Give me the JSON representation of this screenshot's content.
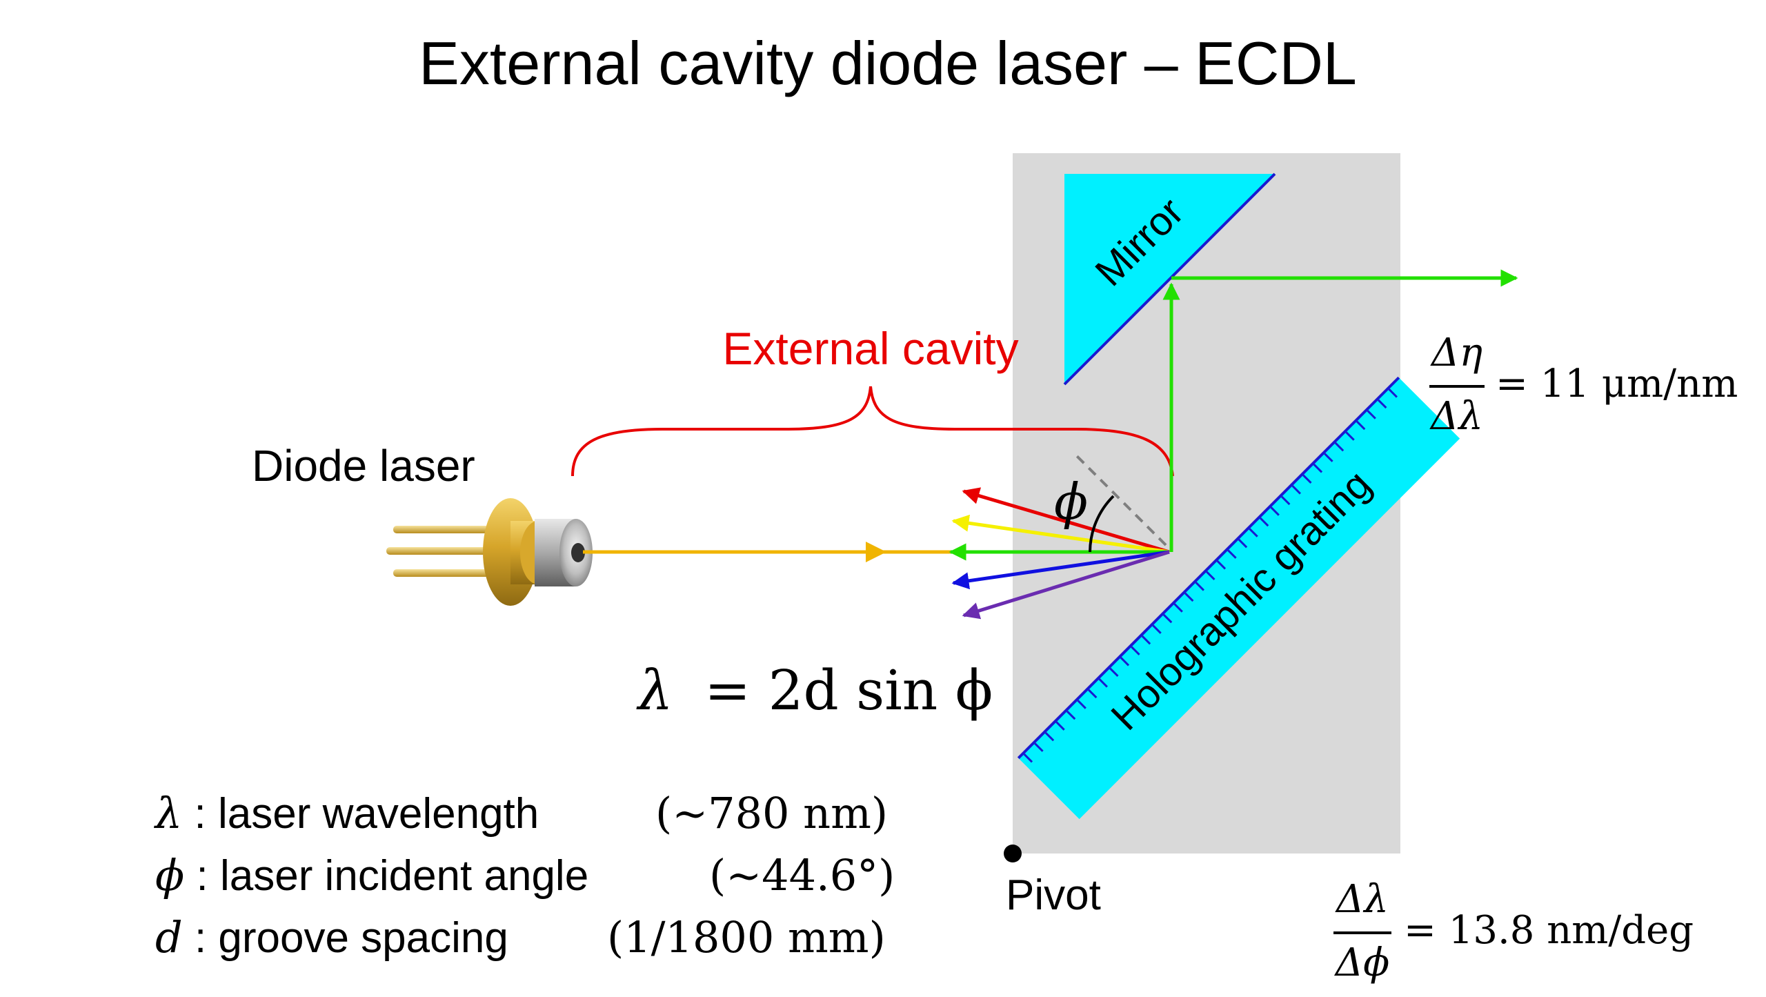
{
  "title": "External cavity diode laser – ECDL",
  "labels": {
    "diode_laser": "Diode laser",
    "external_cavity": "External cavity",
    "mirror": "Mirror",
    "grating": "Holographic grating",
    "pivot": "Pivot",
    "phi_symbol": "ϕ"
  },
  "equation": {
    "lhs": "λ",
    "rhs": "= 2d sin ϕ"
  },
  "legend": [
    {
      "symbol": "λ",
      "text": " : laser wavelength",
      "value": "(~780 nm)"
    },
    {
      "symbol": "ϕ",
      "text": " : laser incident angle",
      "value": "(~44.6°)"
    },
    {
      "symbol": "d",
      "text": " : groove spacing",
      "value": "(1/1800 mm)"
    }
  ],
  "ratio_top": {
    "numerator": "Δη",
    "denominator": "Δλ",
    "value": "= 11 μm/nm"
  },
  "ratio_bottom": {
    "numerator": "Δλ",
    "denominator": "Δϕ",
    "value": "= 13.8 nm/deg"
  },
  "colors": {
    "beam_incident": "#f0b400",
    "beam_output": "#22e000",
    "ray_red": "#e80000",
    "ray_yellow": "#f5f000",
    "ray_blue": "#1010e0",
    "ray_purple": "#6a2cb0",
    "optic_fill": "#00f0ff",
    "optic_edge": "#1a1ad0",
    "mount": "#d9d9d9",
    "cavity_label": "#e80000"
  }
}
